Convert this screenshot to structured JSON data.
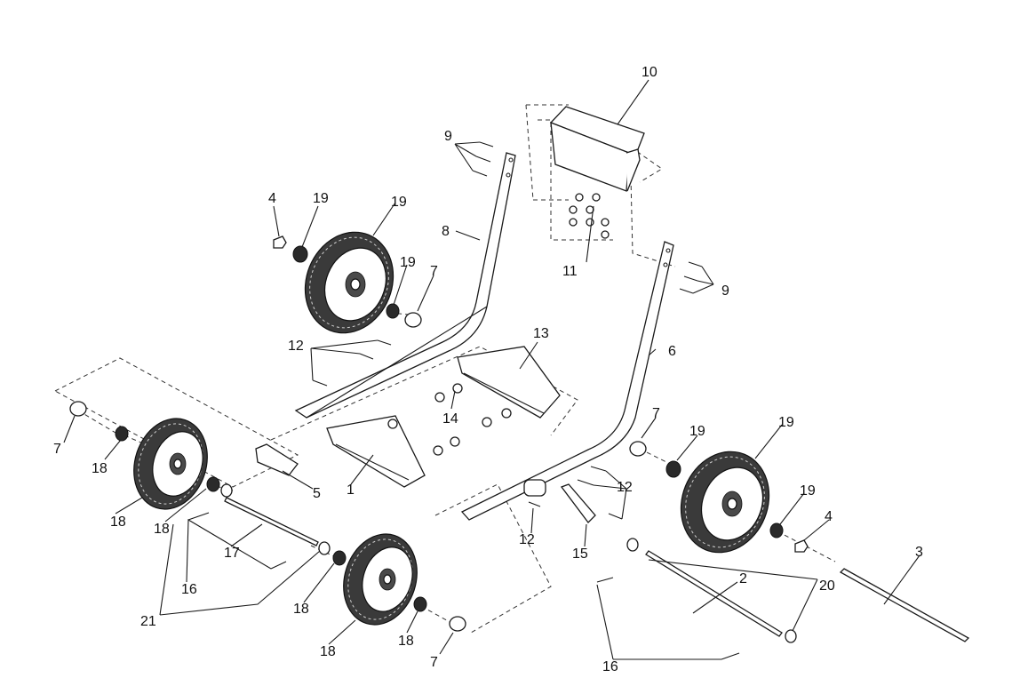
{
  "callouts": {
    "c1": "1",
    "c2": "2",
    "c3": "3",
    "c4a": "4",
    "c4b": "4",
    "c5": "5",
    "c6": "6",
    "c7a": "7",
    "c7b": "7",
    "c7c": "7",
    "c7d": "7",
    "c8": "8",
    "c9a": "9",
    "c9b": "9",
    "c10": "10",
    "c11": "11",
    "c12a": "12",
    "c12b": "12",
    "c12c": "12",
    "c13": "13",
    "c14": "14",
    "c15": "15",
    "c16a": "16",
    "c16b": "16",
    "c17": "17",
    "c18a": "18",
    "c18b": "18",
    "c18c": "18",
    "c18d": "18",
    "c18e": "18",
    "c18f": "18",
    "c19a": "19",
    "c19b": "19",
    "c19c": "19",
    "c19d": "19",
    "c19e": "19",
    "c20": "20",
    "c21": "21"
  }
}
